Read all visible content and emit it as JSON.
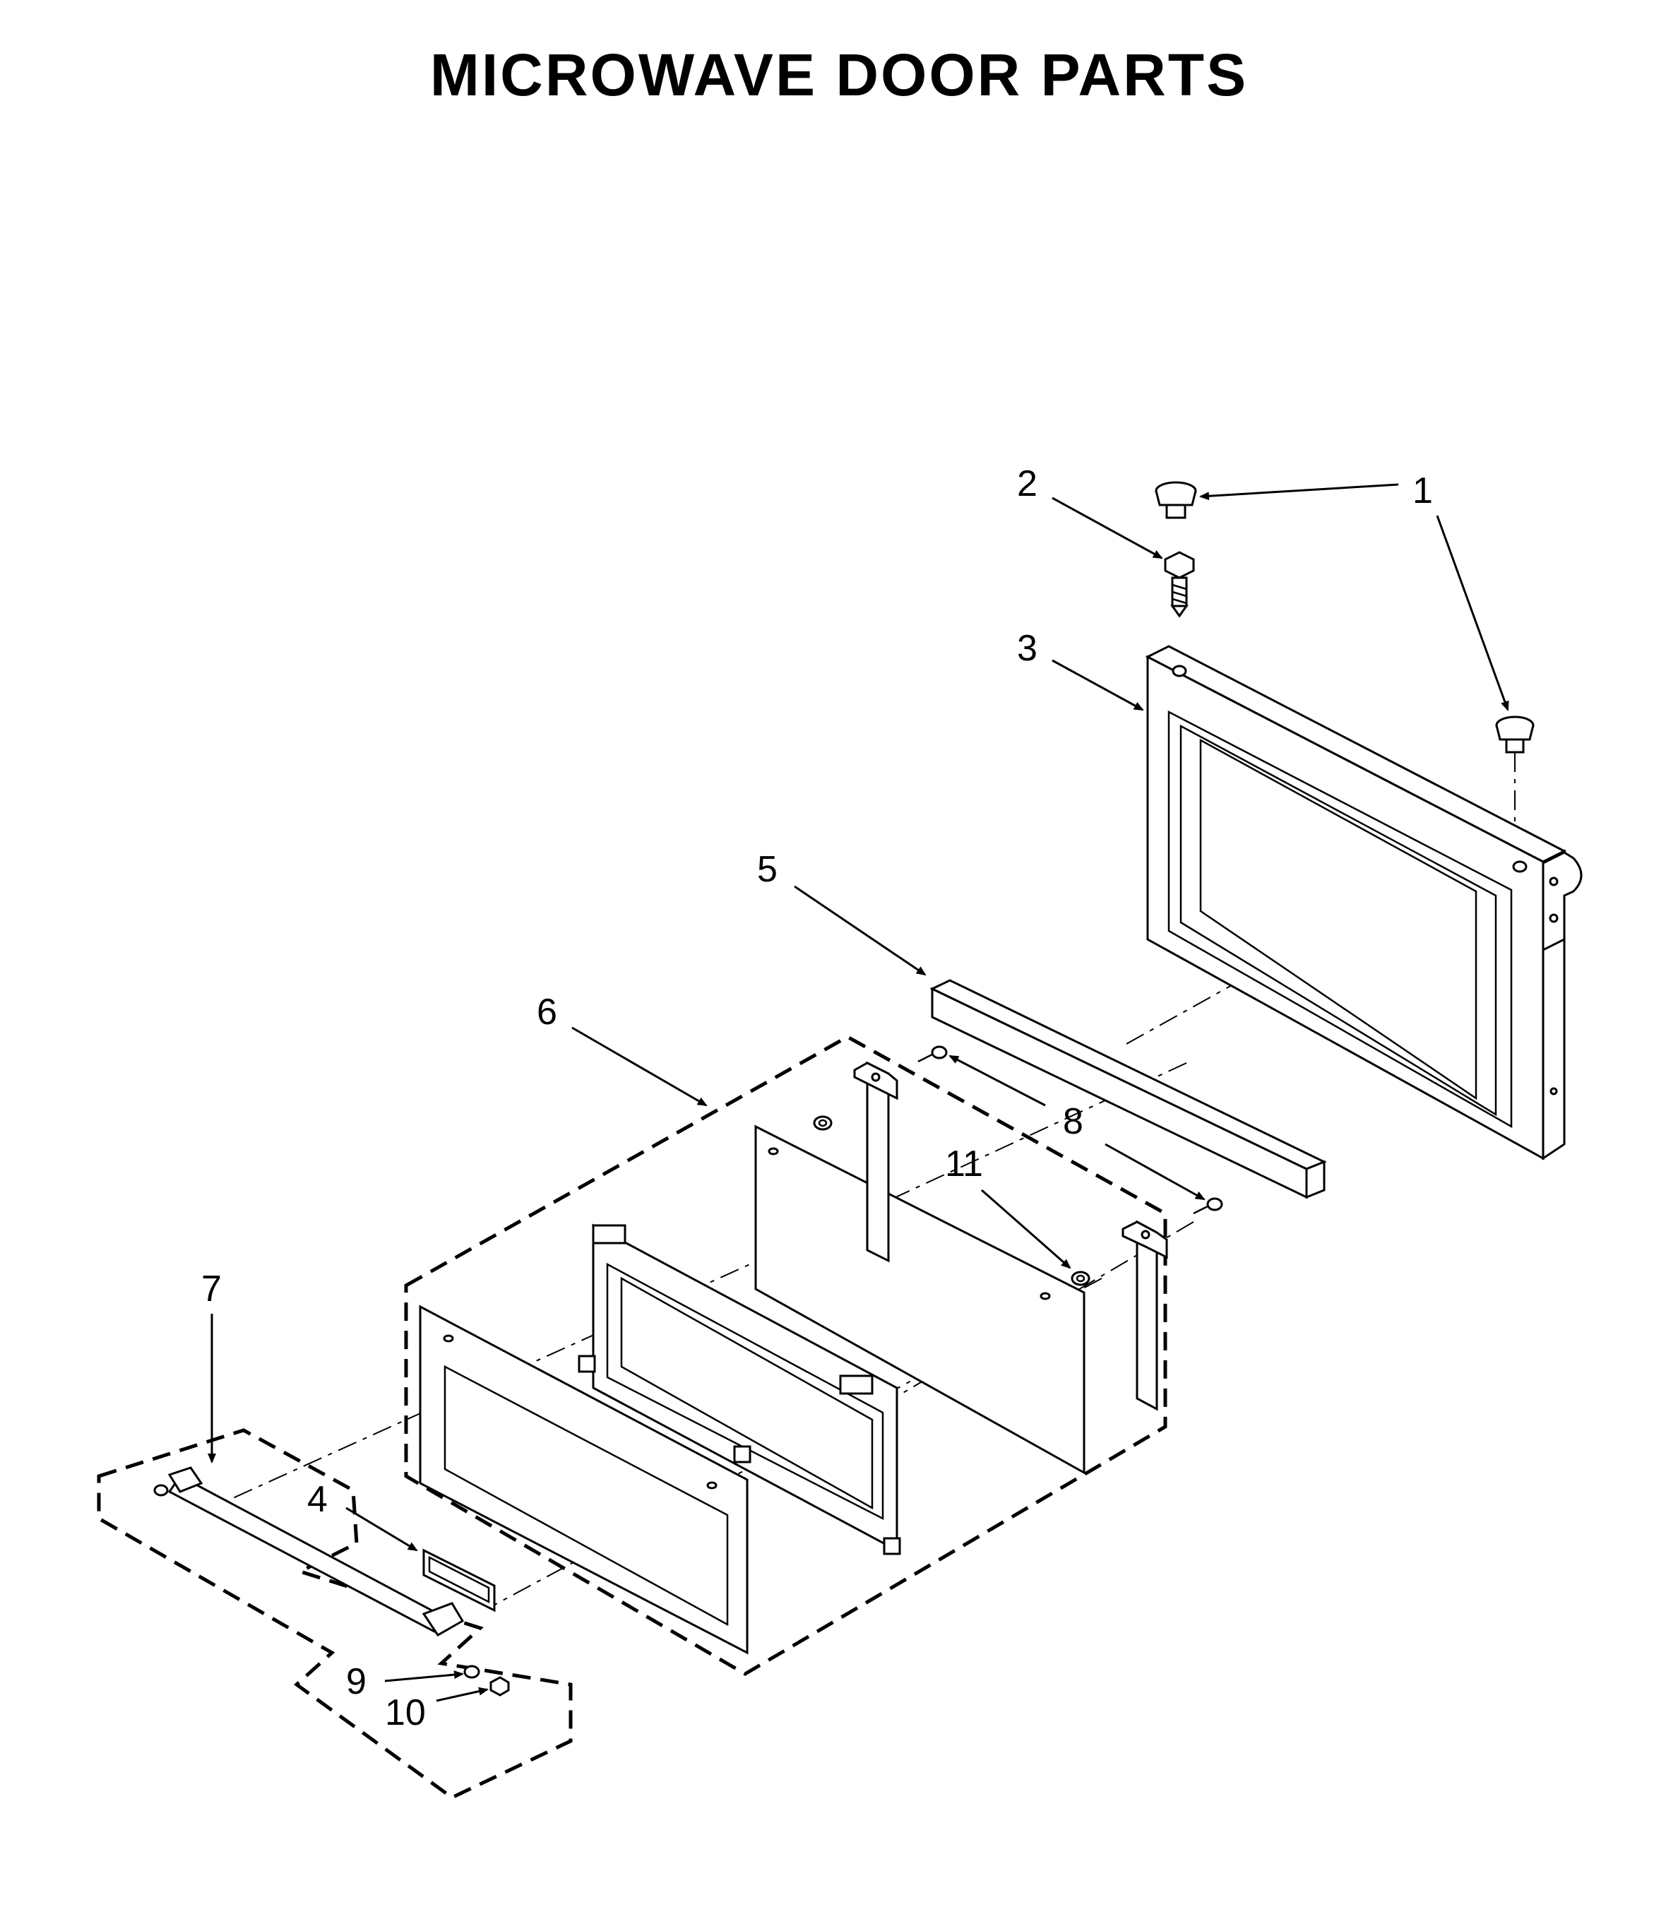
{
  "title": "MICROWAVE DOOR PARTS",
  "callouts": [
    {
      "id": "1",
      "label": "1"
    },
    {
      "id": "2",
      "label": "2"
    },
    {
      "id": "3",
      "label": "3"
    },
    {
      "id": "4",
      "label": "4"
    },
    {
      "id": "5",
      "label": "5"
    },
    {
      "id": "6",
      "label": "6"
    },
    {
      "id": "7",
      "label": "7"
    },
    {
      "id": "8",
      "label": "8"
    },
    {
      "id": "9",
      "label": "9"
    },
    {
      "id": "10",
      "label": "10"
    },
    {
      "id": "11",
      "label": "11"
    }
  ]
}
